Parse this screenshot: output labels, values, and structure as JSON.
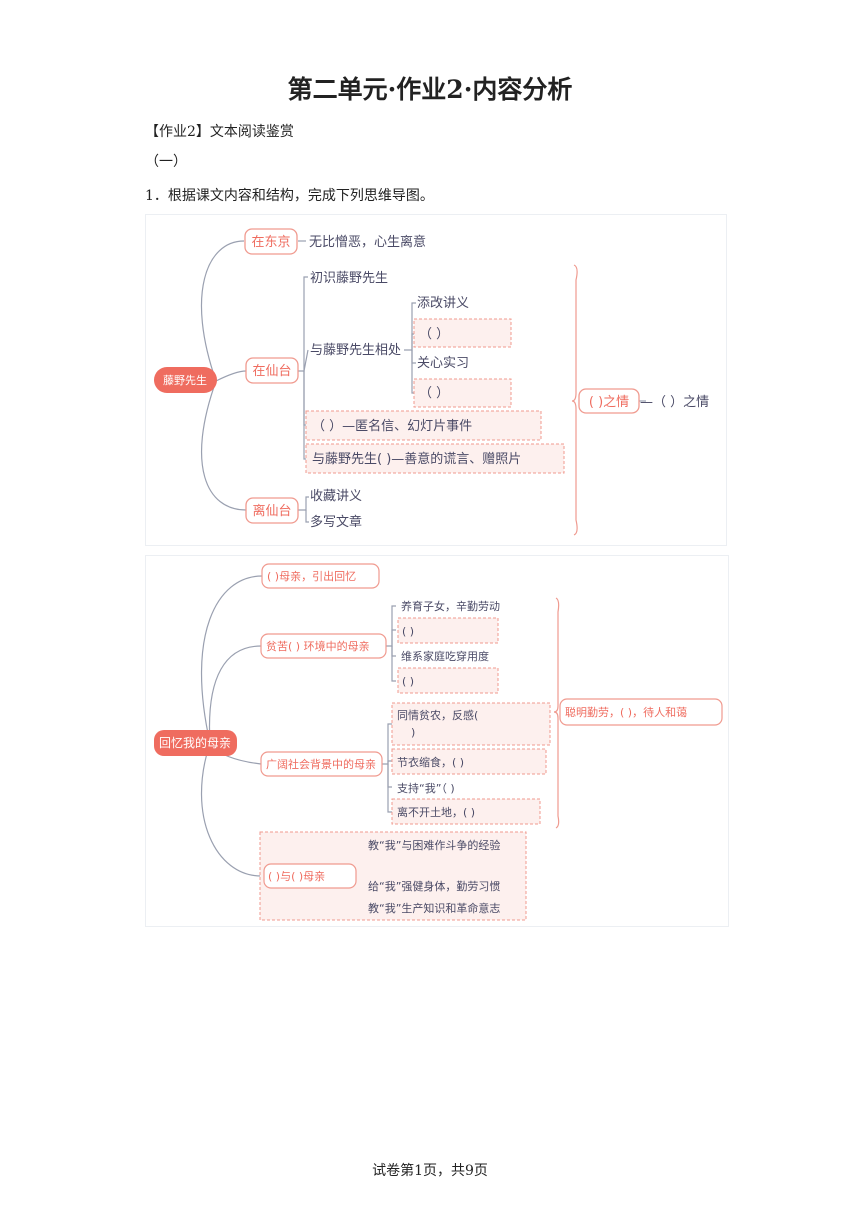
{
  "title": "第二单元·作业2·内容分析",
  "heading": "【作业2】文本阅读鉴赏",
  "section": "（一）",
  "question": "1．根据课文内容和结构，完成下列思维导图。",
  "footer": "试卷第1页，共9页",
  "map1": {
    "root": "藤野先生",
    "b1": "在东京",
    "b1_leaf": "无比憎恶，心生离意",
    "b2": "在仙台",
    "b2_c1": "初识藤野先生",
    "b2_c2": "与藤野先生相处",
    "b2_c2_l1": "添改讲义",
    "b2_c2_l2": "（                ）",
    "b2_c2_l3": "关心实习",
    "b2_c2_l4": "（                ）",
    "b2_c3": "（              ）—匿名信、幻灯片事件",
    "b2_c4": "与藤野先生(         )—善意的谎言、赠照片",
    "b3": "离仙台",
    "b3_l1": "收藏讲义",
    "b3_l2": "多写文章",
    "summary_box": "(      )之情",
    "summary_tail": "—（       ）之情"
  },
  "map2": {
    "root": "回忆我的母亲",
    "b1": "(       )母亲，引出回忆",
    "b2": "贫苦(      ) 环境中的母亲",
    "b2_l1": "养育子女，辛勤劳动",
    "b2_l2": "(                         )",
    "b2_l3": "维系家庭吃穿用度",
    "b2_l4": "(                         )",
    "b3": "广阔社会背景中的母亲",
    "b3_l1a": "同情贫农，反感(",
    "b3_l1b": ")",
    "b3_l2": "节衣缩食，(                        )",
    "b3_l3": "支持“我”（            )",
    "b3_l4": "离不开土地，(                        )",
    "b4": "(       )与(       )母亲",
    "b4_l1": "教“我”与困难作斗争的经验",
    "b4_l2": "给“我”强健身体，勤劳习惯",
    "b4_l3": "教“我”生产知识和革命意志",
    "summary": "聪明勤劳，(             )，待人和蔼"
  },
  "colors": {
    "accent": "#ef6c5f",
    "pink_fill": "#fdf0ee",
    "pink_border": "#f09a8f",
    "line_gray": "#9aa0b0",
    "text": "#4a4a66"
  }
}
